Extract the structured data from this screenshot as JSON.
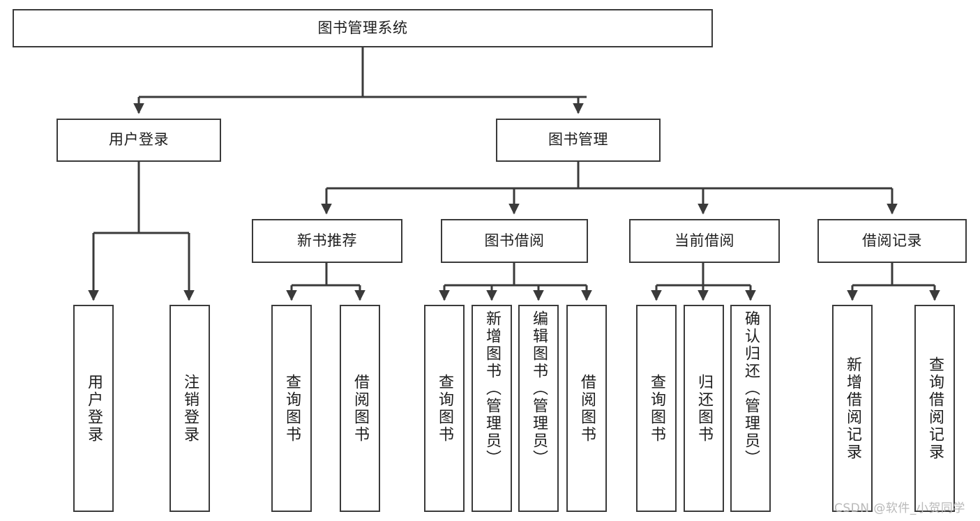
{
  "diagram": {
    "title": "图书管理系统",
    "type": "tree-hierarchy-chart",
    "watermark": "CSDN @软件_小贺同学",
    "colors": {
      "border": "#3a3a3a",
      "text": "#1d1d1d",
      "background": "#ffffff",
      "watermark": "#b9b9b9"
    }
  },
  "root": {
    "label": "图书管理系统"
  },
  "level2": [
    {
      "label": "用户登录"
    },
    {
      "label": "图书管理"
    }
  ],
  "level3": [
    {
      "label": "新书推荐"
    },
    {
      "label": "图书借阅"
    },
    {
      "label": "当前借阅"
    },
    {
      "label": "借阅记录"
    }
  ],
  "leaves": {
    "user_login": [
      {
        "label": "用户登录"
      },
      {
        "label": "注销登录"
      }
    ],
    "new_book_recommend": [
      {
        "label": "查询图书"
      },
      {
        "label": "借阅图书"
      }
    ],
    "book_borrow": [
      {
        "label": "查询图书"
      },
      {
        "label": "新增图书（管理员）"
      },
      {
        "label": "编辑图书（管理员）"
      },
      {
        "label": "借阅图书"
      }
    ],
    "current_borrow": [
      {
        "label": "查询图书"
      },
      {
        "label": "归还图书"
      },
      {
        "label": "确认归还（管理员）"
      }
    ],
    "borrow_record": [
      {
        "label": "新增借阅记录"
      },
      {
        "label": "查询借阅记录"
      }
    ]
  }
}
